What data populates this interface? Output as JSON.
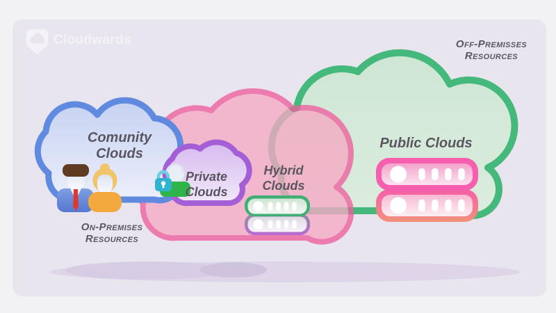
{
  "brand": {
    "name": "Cloudwards"
  },
  "labels": {
    "community_line1": "Comunity",
    "community_line2": "Clouds",
    "private_line1": "Private",
    "private_line2": "Clouds",
    "hybrid_line1": "Hybrid",
    "hybrid_line2": "Clouds",
    "public": "Public Clouds",
    "off_premises_line1": "Off-Premisses",
    "off_premises_line2": "Resources",
    "on_premises_line1": "On-Premises",
    "on_premises_line2": "Resources"
  },
  "colors": {
    "outer_bg": "#f2f1f3",
    "panel_bg": "#e8e5ee",
    "label_text": "#5a5561",
    "community_stroke": "#5f8ae0",
    "private_stroke": "#a55fd6",
    "hybrid_stroke": "#ee5f9e",
    "public_stroke": "#44b97b",
    "server_pink": "#f65fae",
    "server_salmon": "#f2917b",
    "server_green": "#3fae74",
    "server_purple": "#b969d4",
    "lock_teal": "#2fb3cf",
    "shirt_green": "#2eb449",
    "suit_blue": "#5577cf",
    "tie_red": "#da3a34",
    "blonde_hair": "#f0c468",
    "brown_hair": "#5e3b22",
    "body_orange": "#f4a93e",
    "watermark": "#f3f2f6"
  },
  "icons": {
    "brand": "cloud-shield-icon",
    "community": [
      "businessman-icon",
      "businesswoman-icon"
    ],
    "private": [
      "support-agent-icon",
      "padlock-icon"
    ],
    "hybrid": [
      "server-stack-icon"
    ],
    "public": [
      "server-stack-icon"
    ]
  }
}
